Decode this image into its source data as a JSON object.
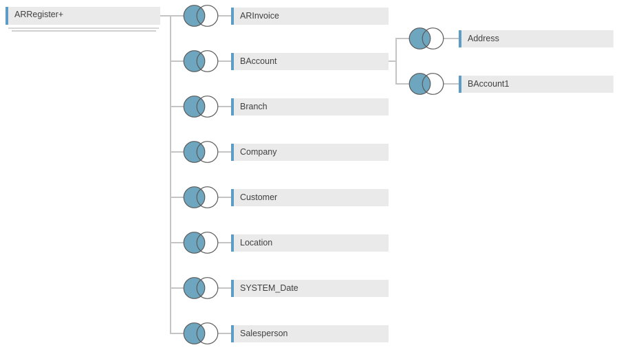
{
  "diagram": {
    "root": {
      "label": "ARRegister+"
    },
    "level1_tables": [
      {
        "label": "ARInvoice",
        "join": "left"
      },
      {
        "label": "BAccount",
        "join": "left"
      },
      {
        "label": "Branch",
        "join": "left"
      },
      {
        "label": "Company",
        "join": "left"
      },
      {
        "label": "Customer",
        "join": "left"
      },
      {
        "label": "Location",
        "join": "left"
      },
      {
        "label": "SYSTEM_Date",
        "join": "left"
      },
      {
        "label": "Salesperson",
        "join": "left"
      }
    ],
    "level2_tables": [
      {
        "label": "Address",
        "join": "left",
        "parent": "BAccount"
      },
      {
        "label": "BAccount1",
        "join": "left",
        "parent": "BAccount"
      }
    ],
    "colors": {
      "accent_bar": "#5d9cc4",
      "join_fill": "#6ea6bf",
      "join_stroke": "#5a5a5a",
      "connector": "#c4c4c4",
      "node_background": "#eaeaea",
      "text": "#404040"
    }
  }
}
